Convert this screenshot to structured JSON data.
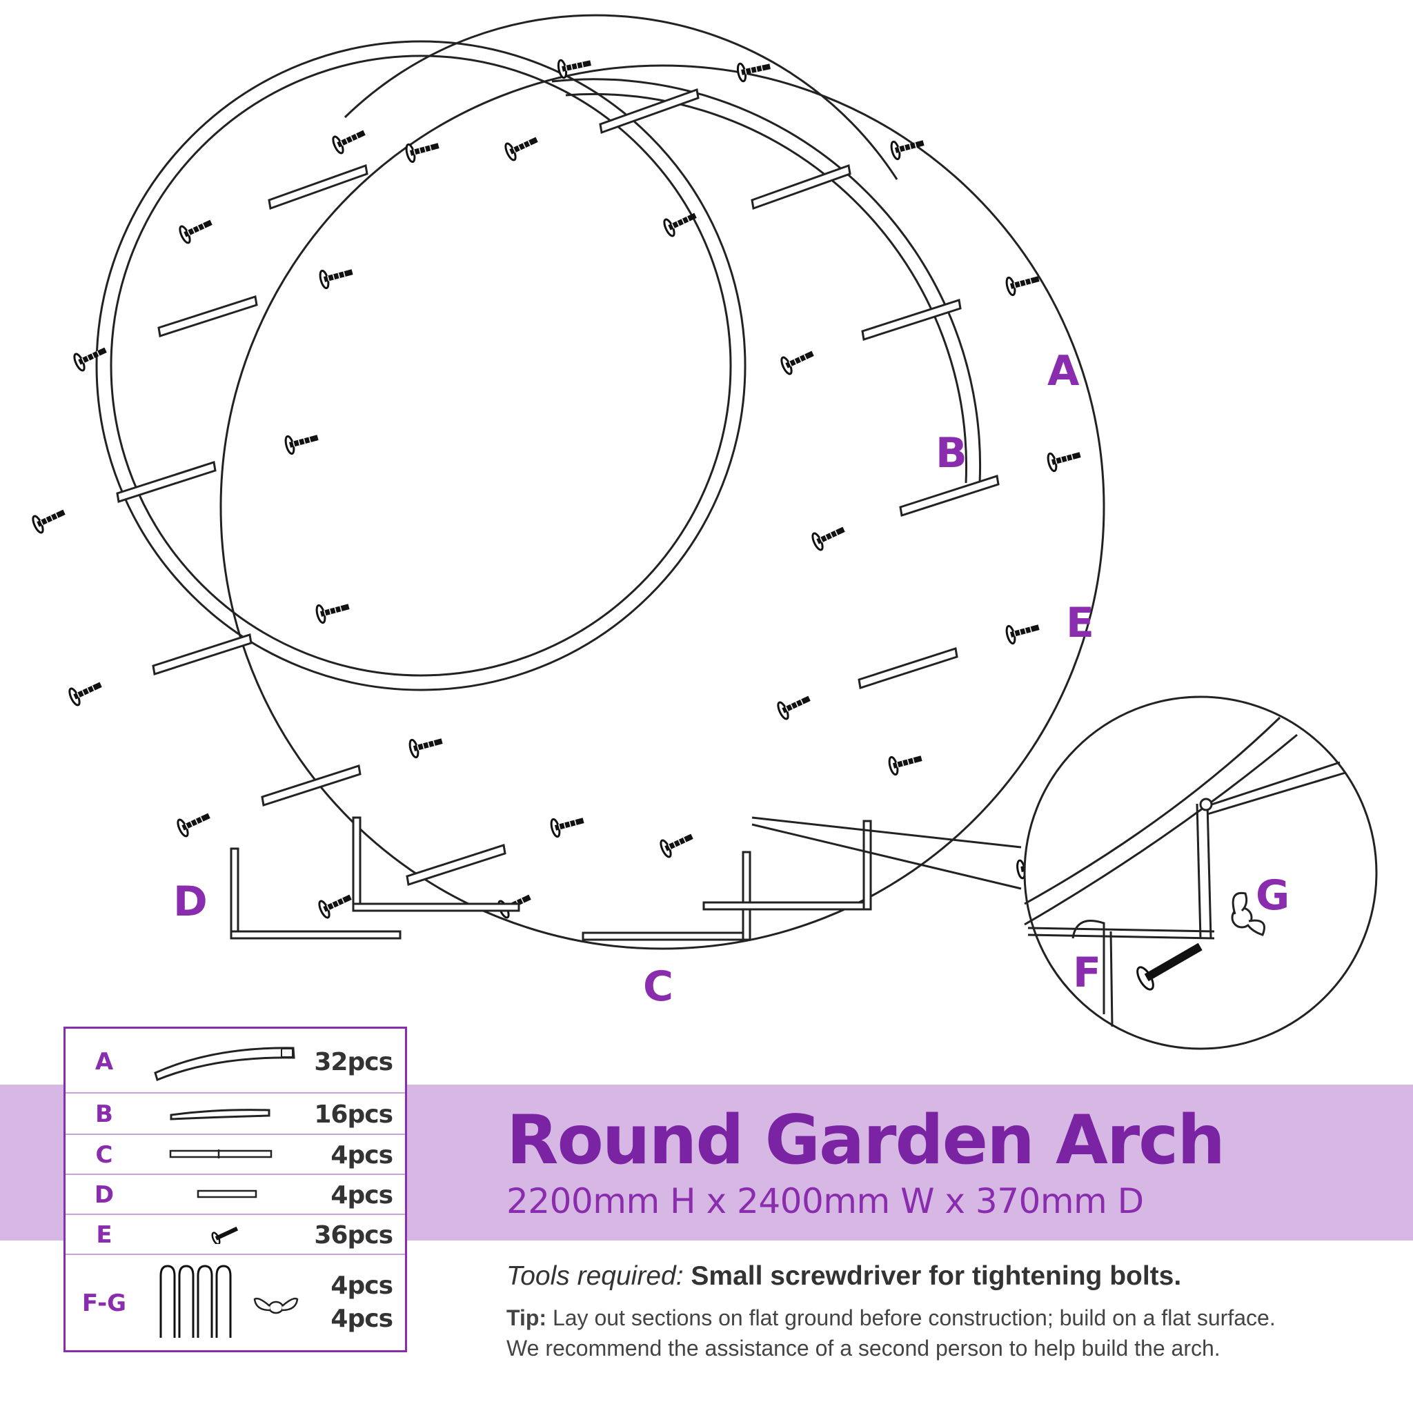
{
  "callouts": {
    "a": "A",
    "b": "B",
    "c": "C",
    "d": "D",
    "e": "E",
    "f": "F",
    "g": "G"
  },
  "banner": {
    "title": "Round Garden Arch",
    "dimensions": "2200mm H x 2400mm W x 370mm D",
    "background": "#d7b7e3",
    "title_color": "#7a24a3"
  },
  "tools": {
    "label": "Tools required:",
    "value": "Small screwdriver for tightening bolts."
  },
  "tip": {
    "label": "Tip:",
    "line1": "Lay out sections on flat ground before construction; build on a flat surface.",
    "line2": "We recommend the assistance of a second person to help build the arch."
  },
  "parts": [
    {
      "letter": "A",
      "qty": "32pcs",
      "icon": "curved-tube"
    },
    {
      "letter": "B",
      "qty": "16pcs",
      "icon": "straight-bar"
    },
    {
      "letter": "C",
      "qty": "4pcs",
      "icon": "long-foot-bar"
    },
    {
      "letter": "D",
      "qty": "4pcs",
      "icon": "short-foot-bar"
    },
    {
      "letter": "E",
      "qty": "36pcs",
      "icon": "bolt"
    },
    {
      "letter": "F-G",
      "qty": "4pcs",
      "qty2": "4pcs",
      "icon": "ground-pegs-and-wing-nut"
    }
  ],
  "accent": "#8a2cae"
}
